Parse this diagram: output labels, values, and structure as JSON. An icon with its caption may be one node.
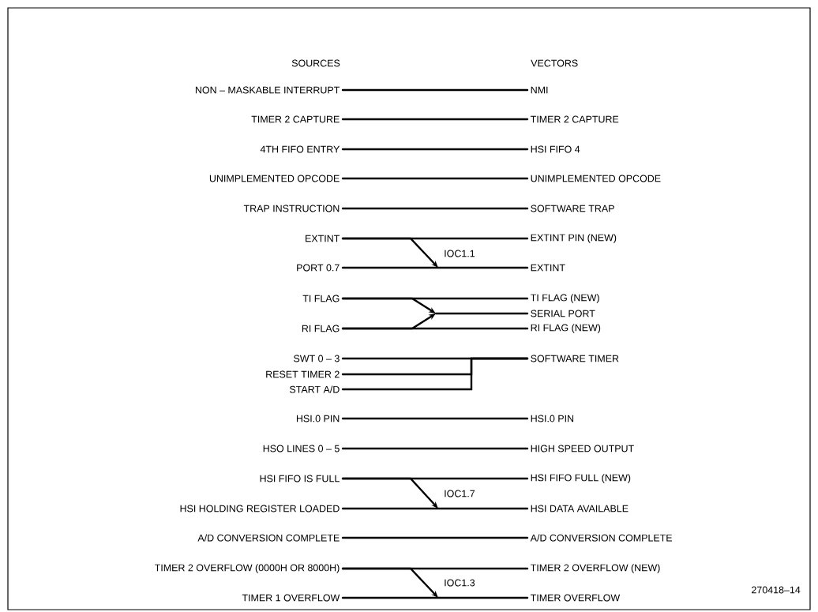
{
  "diagram": {
    "nodes": [
      {
        "text": [
          "NON – MASKABLE INTERRUPT"
        ]
      },
      {
        "text": [
          "NMI"
        ]
      },
      {
        "text": [
          "TIMER 2 CAPTURE"
        ]
      },
      {
        "text": [
          "TIMER 2 CAPTURE"
        ]
      },
      {
        "text": [
          "4TH FIFO ENTRY"
        ]
      },
      {
        "text": [
          "HSI FIFO 4"
        ]
      },
      {
        "text": [
          "UNIMPLEMENTED OPCODE"
        ]
      },
      {
        "text": [
          "UNIMPLEMENTED OPCODE"
        ]
      },
      {
        "text": [
          "TRAP INSTRUCTION"
        ]
      },
      {
        "text": [
          "SOFTWARE TRAP"
        ]
      },
      {
        "text": [
          "EXTINT"
        ]
      },
      {
        "text": [
          "EXTINT PIN (NEW)"
        ]
      },
      {
        "text": [
          "PORT 0.7"
        ]
      },
      {
        "text": [
          "EXTINT"
        ]
      },
      {
        "text": [
          "TI FLAG"
        ]
      },
      {
        "text": [
          "TI FLAG (NEW)"
        ]
      },
      {
        "text": [
          "SERIAL PORT"
        ]
      },
      {
        "text": [
          "RI FLAG"
        ]
      },
      {
        "text": [
          "RI FLAG (NEW)"
        ]
      },
      {
        "text": [
          "SWT 0 – 3"
        ]
      },
      {
        "text": [
          "SOFTWARE TIMER"
        ]
      },
      {
        "text": [
          "RESET TIMER 2"
        ]
      },
      {
        "text": [
          "START A/D"
        ]
      },
      {
        "text": [
          "HSI.0 PIN"
        ]
      },
      {
        "text": [
          "HSI.0 PIN"
        ]
      },
      {
        "text": [
          "HSO LINES 0 – 5"
        ]
      },
      {
        "text": [
          "HIGH SPEED OUTPUT"
        ]
      },
      {
        "text": [
          "HSI FIFO IS FULL"
        ]
      },
      {
        "text": [
          "HSI FIFO FULL (NEW)"
        ]
      },
      {
        "text": [
          "HSI HOLDING REGISTER LOADED"
        ]
      },
      {
        "text": [
          "HSI DATA AVAILABLE"
        ]
      },
      {
        "text": [
          "A/D CONVERSION COMPLETE"
        ]
      },
      {
        "text": [
          "A/D CONVERSION COMPLETE"
        ]
      },
      {
        "text": [
          "TIMER 2 OVERFLOW (0000H OR 8000H)"
        ]
      },
      {
        "text": [
          "TIMER 2 OVERFLOW (NEW)"
        ]
      },
      {
        "text": [
          "TIMER 1 OVERFLOW"
        ]
      },
      {
        "text": [
          "TIMER OVERFLOW"
        ]
      }
    ],
    "edges": [
      {
        "from": 0,
        "to": 1,
        "arrow": "none"
      },
      {
        "from": 2,
        "to": 3,
        "arrow": "none"
      },
      {
        "from": 4,
        "to": 5,
        "arrow": "none"
      },
      {
        "from": 6,
        "to": 7,
        "arrow": "none"
      },
      {
        "from": 8,
        "to": 9,
        "arrow": "none"
      },
      {
        "from": 10,
        "to": 11,
        "arrow": "none"
      },
      {
        "from": 10,
        "to": null,
        "arrow": "to",
        "label": "IOC1.1"
      },
      {
        "from": 12,
        "to": 13,
        "arrow": "none"
      },
      {
        "from": 14,
        "to": 15,
        "arrow": "none"
      },
      {
        "from": 14,
        "to": null,
        "arrow": "to"
      },
      {
        "from": 17,
        "to": null,
        "arrow": "to"
      },
      {
        "from": null,
        "to": 16,
        "arrow": "none"
      },
      {
        "from": 17,
        "to": 18,
        "arrow": "none"
      },
      {
        "from": 19,
        "to": 20,
        "arrow": "none"
      },
      {
        "from": 21,
        "to": 20,
        "arrow": "none"
      },
      {
        "from": 22,
        "to": 20,
        "arrow": "none"
      },
      {
        "from": 23,
        "to": 24,
        "arrow": "none"
      },
      {
        "from": 25,
        "to": 26,
        "arrow": "none"
      },
      {
        "from": 27,
        "to": 28,
        "arrow": "none"
      },
      {
        "from": 27,
        "to": null,
        "arrow": "to",
        "label": "IOC1.7"
      },
      {
        "from": 29,
        "to": 30,
        "arrow": "none"
      },
      {
        "from": 31,
        "to": 32,
        "arrow": "none"
      },
      {
        "from": 33,
        "to": 34,
        "arrow": "none"
      },
      {
        "from": 33,
        "to": null,
        "arrow": "to",
        "label": "IOC1.3"
      },
      {
        "from": 35,
        "to": 36,
        "arrow": "none"
      }
    ],
    "labels": [
      "SOURCES",
      "VECTORS",
      "270418–14"
    ]
  }
}
